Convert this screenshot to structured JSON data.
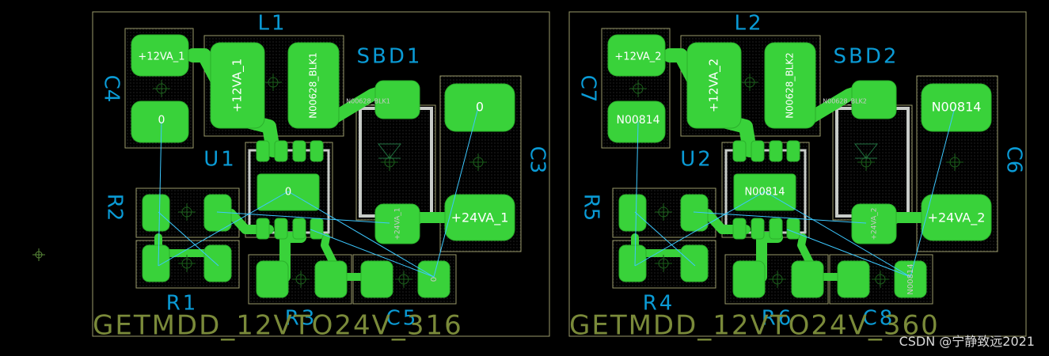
{
  "watermark": "CSDN @宁静致远2021",
  "colors": {
    "background": "#000000",
    "outline": "#9a9a6a",
    "copper": "#39d23a",
    "copper_edge": "#2ab02b",
    "designator": "#0a9bd6",
    "pad_text": "#ffffff",
    "pin_text": "#c9c9c9",
    "board_name": "#7a8a3a",
    "ratsnest": "#3cc8ff",
    "origin": "#5a8a3a",
    "component_body": "#c8ccc8"
  },
  "boards": [
    {
      "board_label": "GETMDD_12VTO24V_316",
      "designators": {
        "inductor": "L1",
        "diode": "SBD1",
        "ic": "U1",
        "cap_left": "C4",
        "cap_right": "C3",
        "res_upper": "R2",
        "res_lower": "R1",
        "res_bottom": "R3",
        "cap_bottom": "C5"
      },
      "nets": {
        "cap_left_top": "+12VA_1",
        "cap_left_bottom": "0",
        "inductor_left": "+12VA_1",
        "inductor_right": "N00628_BLK1",
        "diode_top": "N00628_BLK1",
        "diode_bottom": "+24VA_1",
        "cap_right_top": "0",
        "cap_right_bottom": "+24VA_1",
        "ic_center": "0",
        "cap_bottom_right": "0"
      }
    },
    {
      "board_label": "GETMDD_12VTO24V_360",
      "designators": {
        "inductor": "L2",
        "diode": "SBD2",
        "ic": "U2",
        "cap_left": "C7",
        "cap_right": "C6",
        "res_upper": "R5",
        "res_lower": "R4",
        "res_bottom": "R6",
        "cap_bottom": "C8"
      },
      "nets": {
        "cap_left_top": "+12VA_2",
        "cap_left_bottom": "N00814",
        "inductor_left": "+12VA_2",
        "inductor_right": "N00628_BLK2",
        "diode_top": "N00628_BLK2",
        "diode_bottom": "+24VA_2",
        "cap_right_top": "N00814",
        "cap_right_bottom": "+24VA_2",
        "ic_center": "N00814",
        "cap_bottom_right": "N00814"
      }
    }
  ]
}
